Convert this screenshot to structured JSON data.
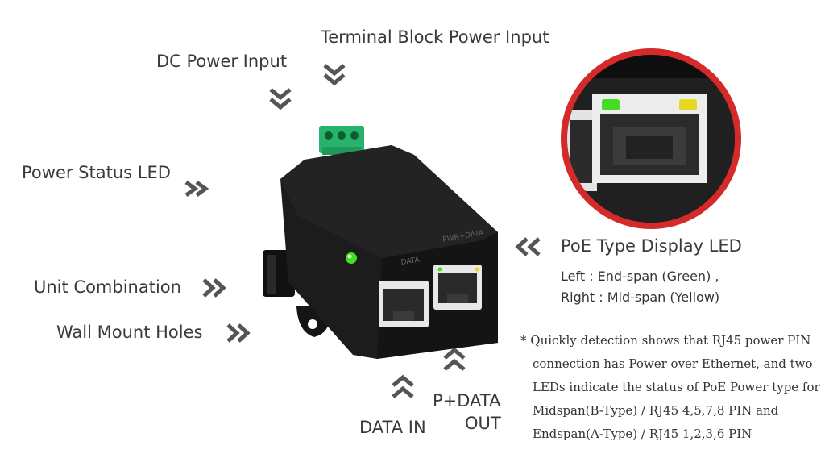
{
  "labels": {
    "terminal_block": "Terminal Block Power Input",
    "dc_power": "DC Power Input",
    "power_status_led": "Power Status  LED",
    "unit_combination": "Unit Combination",
    "wall_mount_holes": "Wall Mount Holes",
    "poe_type_display": "PoE Type Display LED",
    "poe_left": "Left  : End-span (Green) ,",
    "poe_right": "Right : Mid-span (Yellow)",
    "data_in": "DATA IN",
    "pdata_line1": "P+DATA",
    "pdata_line2": "OUT"
  },
  "device_markings": {
    "port_left": "DATA",
    "port_right": "PWR+DATA"
  },
  "note_lines": [
    "* Quickly detection shows that RJ45 power PIN",
    "connection has Power over Ethernet, and two",
    "LEDs indicate the  status of PoE Power type for",
    "Midspan(B-Type) / RJ45 4,5,7,8 PIN and",
    "Endspan(A-Type) / RJ45 1,2,3,6 PIN"
  ],
  "colors": {
    "device_body": "#1c1c1c",
    "terminal_green": "#27b36a",
    "led_green": "#44dd22",
    "led_yellow": "#e8d820",
    "zoom_ring": "#d42a2a",
    "arrow_gray": "#555555"
  }
}
